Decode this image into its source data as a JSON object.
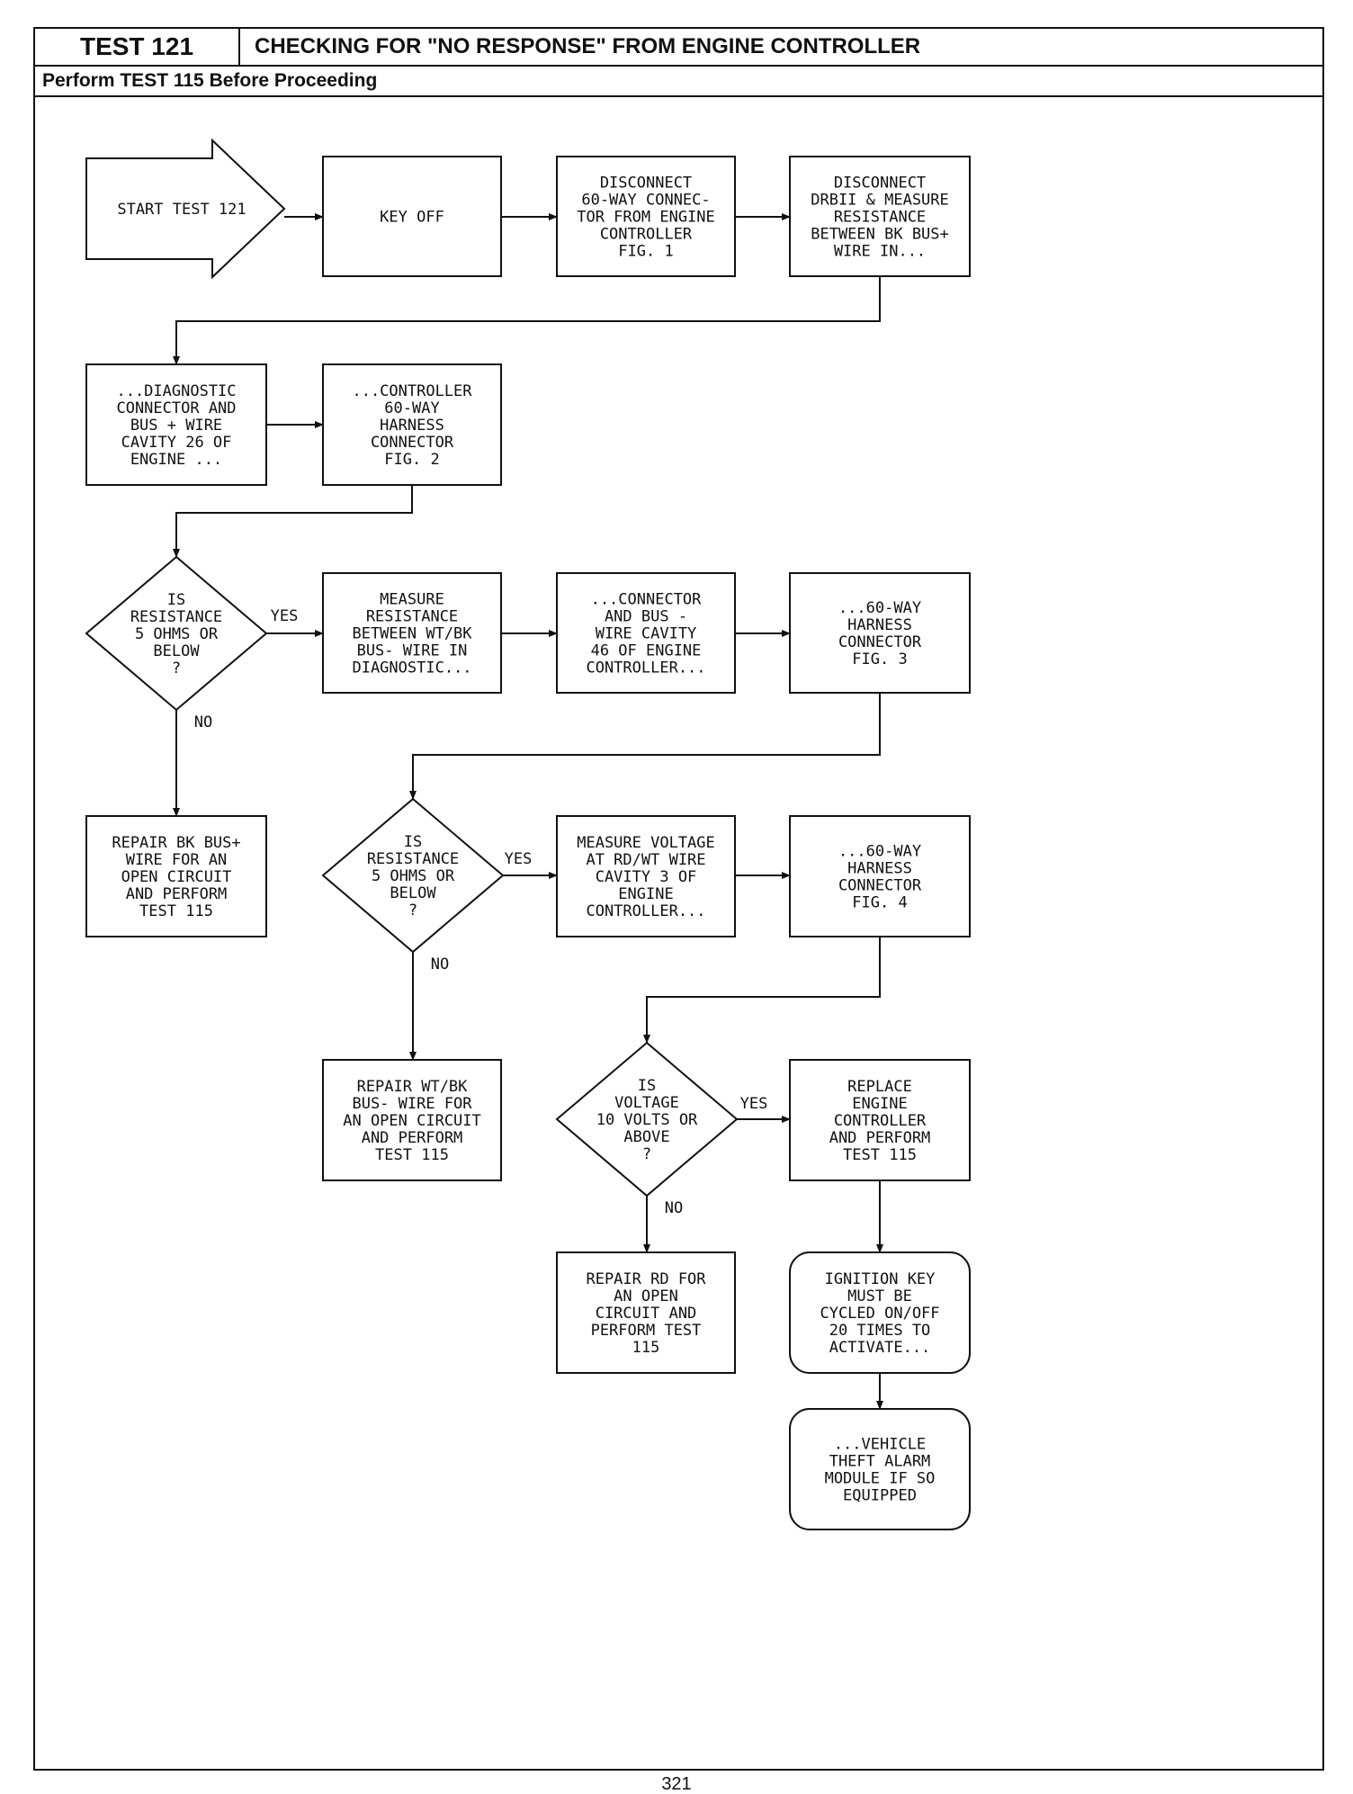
{
  "header": {
    "test_label": "TEST 121",
    "title": "CHECKING FOR \"NO RESPONSE\" FROM ENGINE CONTROLLER",
    "prerequisite": "Perform TEST 115 Before Proceeding"
  },
  "flowchart": {
    "nodes": [
      {
        "id": "start",
        "kind": "start-arrow",
        "lines": [
          "START TEST 121"
        ]
      },
      {
        "id": "key-off",
        "kind": "process",
        "lines": [
          "KEY OFF"
        ]
      },
      {
        "id": "disconnect-60way",
        "kind": "process",
        "lines": [
          "DISCONNECT",
          "60-WAY CONNEC-",
          "TOR FROM ENGINE",
          "CONTROLLER",
          "FIG. 1"
        ]
      },
      {
        "id": "disconnect-drbii",
        "kind": "process",
        "lines": [
          "DISCONNECT",
          "DRBII & MEASURE",
          "RESISTANCE",
          "BETWEEN BK BUS+",
          "WIRE IN..."
        ]
      },
      {
        "id": "diagnostic-connector",
        "kind": "process",
        "lines": [
          "...DIAGNOSTIC",
          "CONNECTOR AND",
          "BUS + WIRE",
          "CAVITY 26 OF",
          "ENGINE ..."
        ]
      },
      {
        "id": "controller-harness-1",
        "kind": "process",
        "lines": [
          "...CONTROLLER",
          "60-WAY",
          "HARNESS",
          "CONNECTOR",
          "FIG. 2"
        ]
      },
      {
        "id": "decision-resistance-1",
        "kind": "decision",
        "lines": [
          "IS",
          "RESISTANCE",
          "5 OHMS OR",
          "BELOW",
          "?"
        ]
      },
      {
        "id": "measure-wtbk",
        "kind": "process",
        "lines": [
          "MEASURE",
          "RESISTANCE",
          "BETWEEN WT/BK",
          "BUS- WIRE IN",
          "DIAGNOSTIC..."
        ]
      },
      {
        "id": "connector-cavity-46",
        "kind": "process",
        "lines": [
          "...CONNECTOR",
          "AND BUS -",
          "WIRE CAVITY",
          "46 OF ENGINE",
          "CONTROLLER..."
        ]
      },
      {
        "id": "harness-fig3",
        "kind": "process",
        "lines": [
          "...60-WAY",
          "HARNESS",
          "CONNECTOR",
          "FIG. 3"
        ]
      },
      {
        "id": "repair-bk",
        "kind": "process",
        "lines": [
          "REPAIR BK BUS+",
          "WIRE FOR AN",
          "OPEN CIRCUIT",
          "AND PERFORM",
          "TEST 115"
        ]
      },
      {
        "id": "decision-resistance-2",
        "kind": "decision",
        "lines": [
          "IS",
          "RESISTANCE",
          "5 OHMS OR",
          "BELOW",
          "?"
        ]
      },
      {
        "id": "measure-voltage",
        "kind": "process",
        "lines": [
          "MEASURE VOLTAGE",
          "AT RD/WT WIRE",
          "CAVITY 3 OF",
          "ENGINE",
          "CONTROLLER..."
        ]
      },
      {
        "id": "harness-fig4",
        "kind": "process",
        "lines": [
          "...60-WAY",
          "HARNESS",
          "CONNECTOR",
          "FIG. 4"
        ]
      },
      {
        "id": "repair-wtbk",
        "kind": "process",
        "lines": [
          "REPAIR WT/BK",
          "BUS- WIRE FOR",
          "AN OPEN CIRCUIT",
          "AND PERFORM",
          "TEST 115"
        ]
      },
      {
        "id": "decision-voltage",
        "kind": "decision",
        "lines": [
          "IS",
          "VOLTAGE",
          "10 VOLTS OR",
          "ABOVE",
          "?"
        ]
      },
      {
        "id": "replace-controller",
        "kind": "process",
        "lines": [
          "REPLACE",
          "ENGINE",
          "CONTROLLER",
          "AND PERFORM",
          "TEST 115"
        ]
      },
      {
        "id": "repair-rd",
        "kind": "process",
        "lines": [
          "REPAIR RD FOR",
          "AN OPEN",
          "CIRCUIT AND",
          "PERFORM TEST",
          "115"
        ]
      },
      {
        "id": "ignition-key",
        "kind": "terminal",
        "lines": [
          "IGNITION KEY",
          "MUST BE",
          "CYCLED ON/OFF",
          "20 TIMES TO",
          "ACTIVATE..."
        ]
      },
      {
        "id": "vehicle-theft",
        "kind": "terminal",
        "lines": [
          "...VEHICLE",
          "THEFT ALARM",
          "MODULE IF SO",
          "EQUIPPED"
        ]
      }
    ],
    "edge_labels": [
      {
        "id": "yes-1",
        "text": "YES"
      },
      {
        "id": "no-1",
        "text": "NO"
      },
      {
        "id": "yes-2",
        "text": "YES"
      },
      {
        "id": "no-2",
        "text": "NO"
      },
      {
        "id": "yes-3",
        "text": "YES"
      },
      {
        "id": "no-3",
        "text": "NO"
      }
    ]
  },
  "footer": {
    "page_number": "321"
  }
}
